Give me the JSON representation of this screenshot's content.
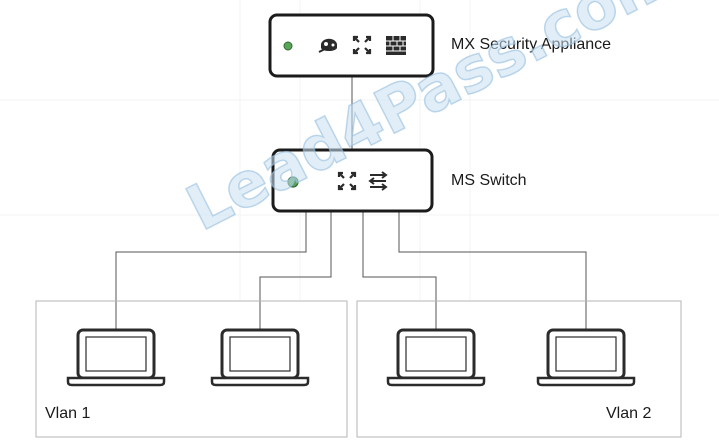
{
  "devices": {
    "security_appliance": {
      "label": "MX Security Appliance",
      "status_color": "#5aa45a",
      "icons": [
        "guard-icon",
        "crossed-arrows-icon",
        "firewall-icon"
      ]
    },
    "switch": {
      "label": "MS Switch",
      "status_color": "#5aa45a",
      "icons": [
        "crossed-arrows-icon",
        "switch-arrows-icon"
      ]
    }
  },
  "vlans": [
    {
      "label": "Vlan 1"
    },
    {
      "label": "Vlan 2"
    }
  ],
  "watermark": "Lead4Pass.com",
  "colors": {
    "device_border": "#1b1b1b",
    "line": "#555555",
    "vlan_border": "#b5b5b5"
  }
}
